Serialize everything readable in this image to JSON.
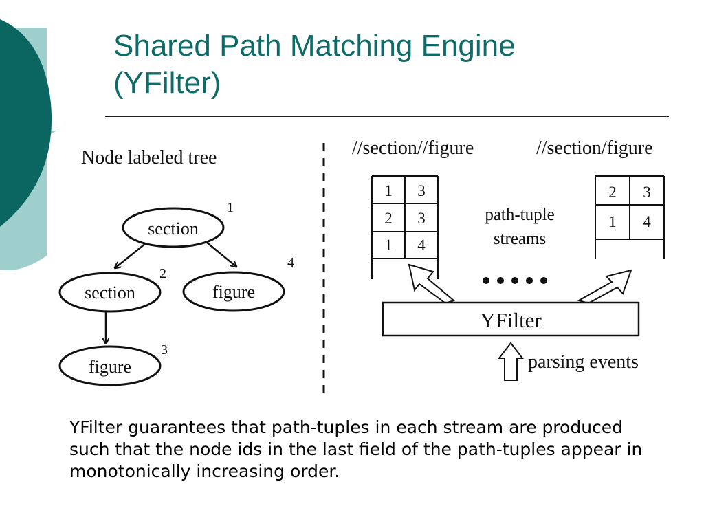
{
  "slide": {
    "title_line1": "Shared Path Matching Engine",
    "title_line2": "(YFilter)",
    "caption": "YFilter guarantees that path-tuples in each stream are produced such that the node ids in the last field of the path-tuples appear in monotonically increasing order.",
    "colors": {
      "title": "#0e6b68",
      "deco_dark": "#0b6662",
      "deco_light": "#9ecfcd"
    }
  },
  "left_panel": {
    "heading": "Node labeled tree",
    "nodes": [
      {
        "label": "section",
        "id": "1"
      },
      {
        "label": "section",
        "id": "2"
      },
      {
        "label": "figure",
        "id": "3"
      },
      {
        "label": "figure",
        "id": "4"
      }
    ]
  },
  "right_panel": {
    "query1": "//section//figure",
    "query2": "//section/figure",
    "table1": [
      [
        "1",
        "3"
      ],
      [
        "2",
        "3"
      ],
      [
        "1",
        "4"
      ]
    ],
    "table2": [
      [
        "2",
        "3"
      ],
      [
        "1",
        "4"
      ]
    ],
    "streams_label_line1": "path-tuple",
    "streams_label_line2": "streams",
    "engine_label": "YFilter",
    "input_label": "parsing events"
  }
}
